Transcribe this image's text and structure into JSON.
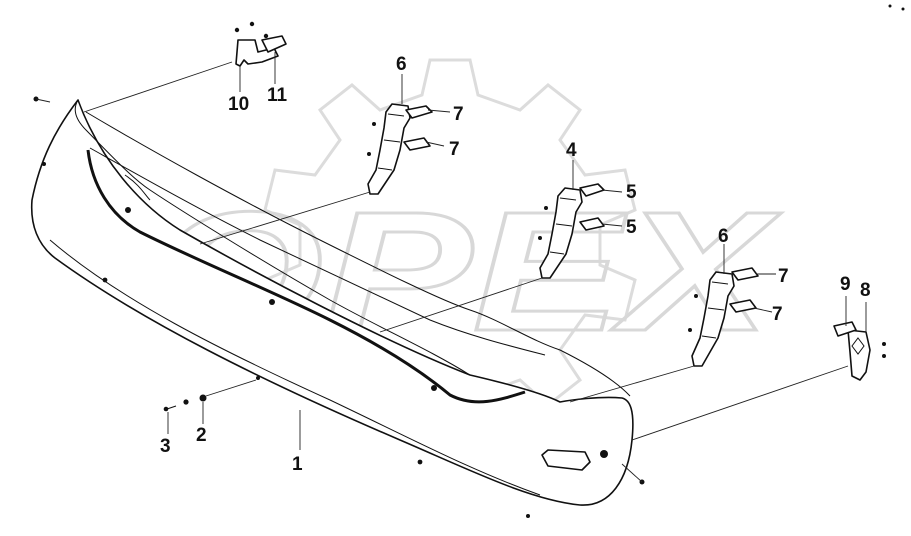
{
  "watermark": {
    "text": "OPEX",
    "color": "#d8d8d8"
  },
  "callouts": {
    "c1": "1",
    "c2": "2",
    "c3": "3",
    "c4": "4",
    "c5a": "5",
    "c5b": "5",
    "c6a": "6",
    "c6b": "6",
    "c7a": "7",
    "c7b": "7",
    "c7c": "7",
    "c7d": "7",
    "c8": "8",
    "c9": "9",
    "c10": "10",
    "c11": "11"
  },
  "colors": {
    "line": "#111111",
    "background": "#ffffff"
  }
}
